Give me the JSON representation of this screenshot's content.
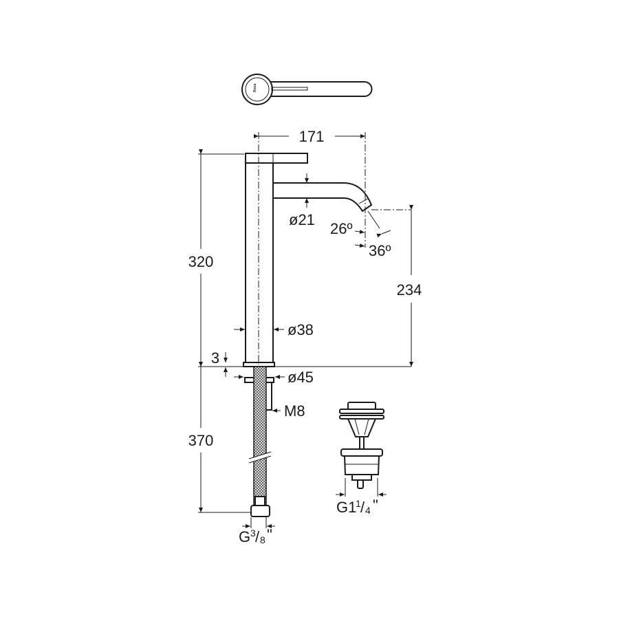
{
  "drawing": {
    "title": "Tall basin mixer technical drawing",
    "brand_logo": "Roca",
    "dimensions": {
      "spout_reach": "171",
      "spout_diameter": "ø21",
      "angle_1": "26º",
      "angle_2": "36º",
      "total_height": "320",
      "spout_height": "234",
      "body_diameter": "ø38",
      "base_thickness": "3",
      "base_diameter": "ø45",
      "fixing_thread": "M8",
      "hose_length": "370",
      "hose_connection_main": "G",
      "hose_connection_num": "3",
      "hose_connection_den": "8",
      "hose_connection_unit": "\"",
      "waste_connection_main": "G1",
      "waste_connection_num": "1",
      "waste_connection_den": "4",
      "waste_connection_unit": "\""
    }
  }
}
